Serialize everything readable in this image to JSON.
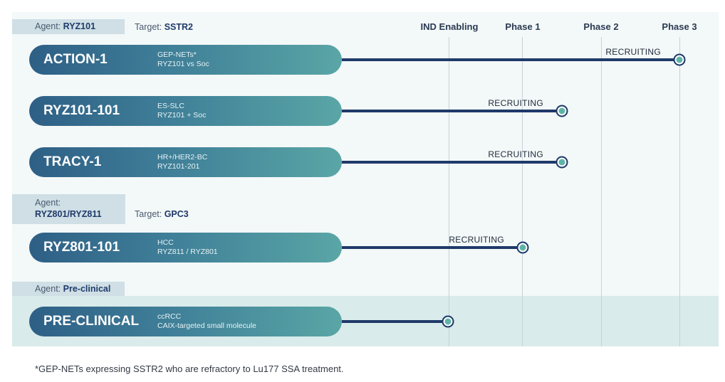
{
  "chart_data": {
    "type": "table",
    "phases": [
      "IND Enabling",
      "Phase 1",
      "Phase 2",
      "Phase 3"
    ],
    "groups": [
      {
        "agent_label": "Agent:",
        "agent": "RYZ101",
        "target_label": "Target:",
        "target": "SSTR2",
        "programs": [
          {
            "name": "ACTION-1",
            "line1": "GEP-NETs*",
            "line2": "RYZ101 vs Soc",
            "stage": "Phase 3",
            "status": "RECRUITING"
          },
          {
            "name": "RYZ101-101",
            "line1": "ES-SLC",
            "line2": "RYZ101 + Soc",
            "stage": "Phase 1-2",
            "status": "RECRUITING"
          },
          {
            "name": "TRACY-1",
            "line1": "HR+/HER2-BC",
            "line2": "RYZ101-201",
            "stage": "Phase 1-2",
            "status": "RECRUITING"
          }
        ]
      },
      {
        "agent_label": "Agent:",
        "agent": "RYZ801/RYZ811",
        "target_label": "Target:",
        "target": "GPC3",
        "programs": [
          {
            "name": "RYZ801-101",
            "line1": "HCC",
            "line2": "RYZ811 / RYZ801",
            "stage": "Phase 1",
            "status": "RECRUITING"
          }
        ]
      },
      {
        "agent_label": "Agent:",
        "agent": "Pre-clinical",
        "programs": [
          {
            "name": "PRE-CLINICAL",
            "line1": "ccRCC",
            "line2": "CAIX-targeted small molecule",
            "stage": "IND Enabling",
            "status": ""
          }
        ]
      }
    ],
    "footnote": "*GEP-NETs expressing SSTR2 who are refractory to Lu177 SSA treatment."
  }
}
